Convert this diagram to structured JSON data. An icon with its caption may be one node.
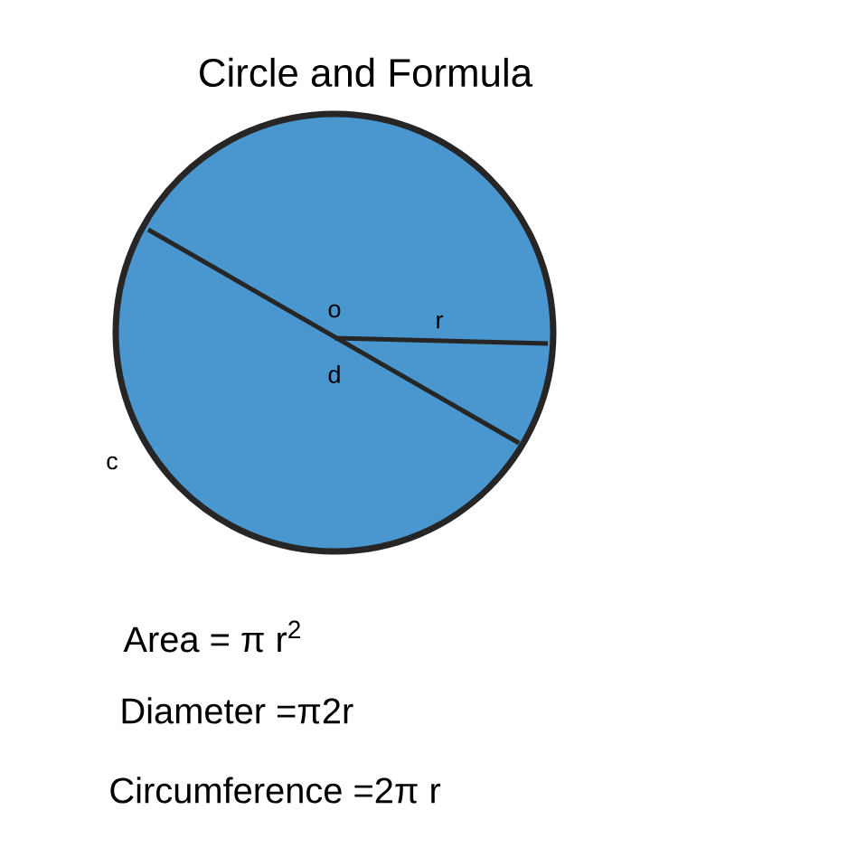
{
  "diagram": {
    "title": "Circle and Formula",
    "nodes": [
      {
        "text": [
          "o",
          "r",
          "d"
        ],
        "beside": [
          "c"
        ]
      }
    ],
    "labels": [
      "Area = π r$^{2}$",
      "Diameter =π2r",
      "Circumference =2π r"
    ]
  }
}
